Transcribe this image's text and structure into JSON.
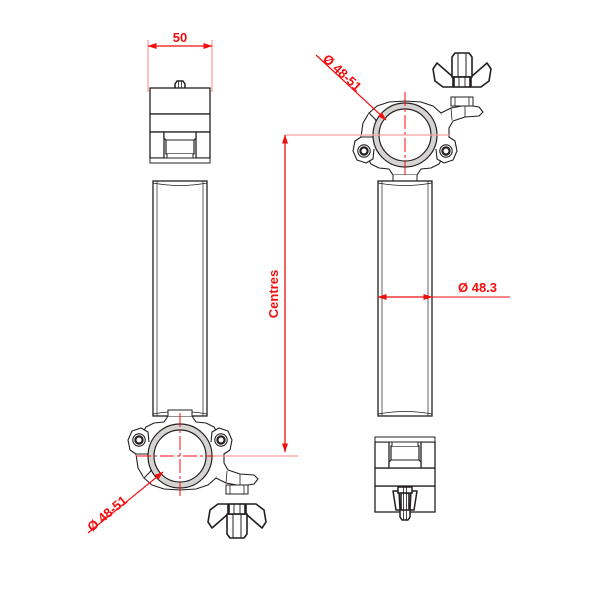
{
  "drawing": {
    "title": "Truss Clamp Spacer Technical Drawing",
    "background_color": "#ffffff",
    "line_color": "#231f20",
    "dimension_color": "#f40d0d",
    "fill_color": "#ffffff",
    "shade_color": "#d6d4d3"
  },
  "dimensions": {
    "width_50": "50",
    "centres": "Centres",
    "bore_top_right": "Ø 48-51",
    "bore_bottom_left": "Ø 48-51",
    "tube_diameter": "Ø 48.3"
  },
  "views": {
    "left": {
      "name": "side-elevation",
      "top_component": "clamp-side-view-with-wingnut",
      "middle_component": "tube",
      "bottom_component": "clamp-front-view-with-wingnut"
    },
    "right": {
      "name": "front-elevation",
      "top_component": "clamp-front-view-with-wingnut",
      "middle_component": "tube",
      "bottom_component": "clamp-side-view-with-wingnut"
    }
  },
  "annotations": {
    "width_50_label": "50",
    "centres_label": "Centres",
    "diameter_clamp_label": "Ø 48-51",
    "diameter_tube_label": "Ø 48.3"
  }
}
